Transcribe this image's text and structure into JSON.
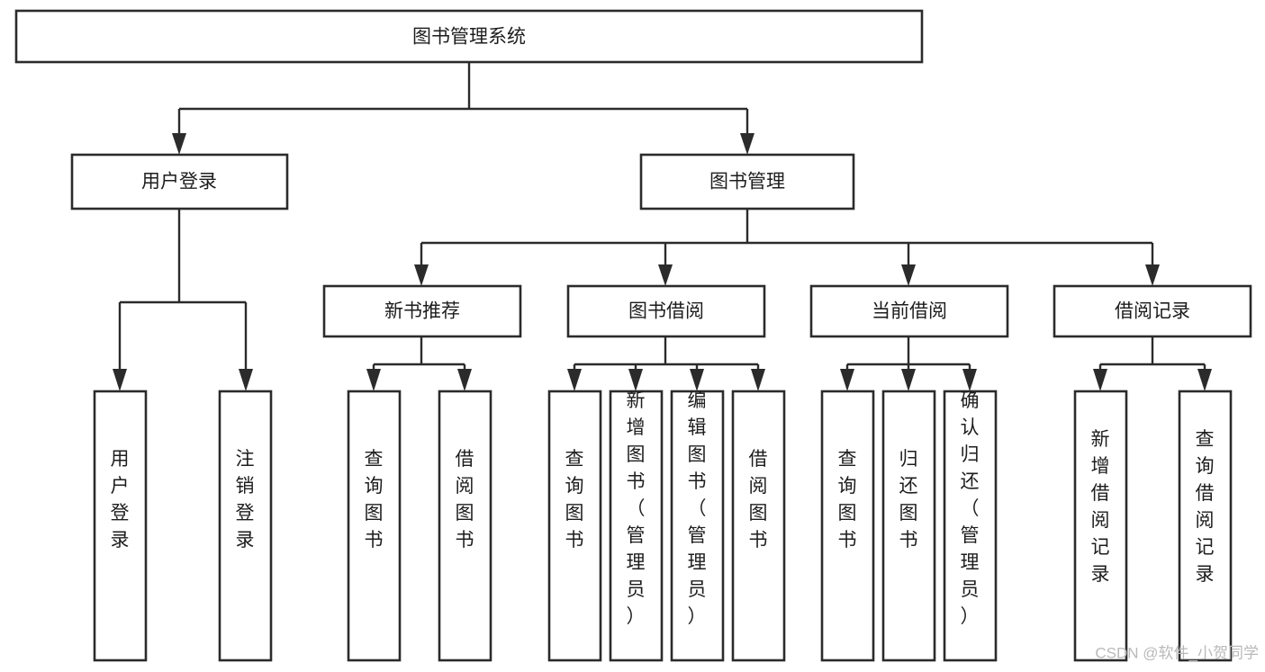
{
  "diagram": {
    "title": "图书管理系统",
    "type": "tree",
    "watermark": "CSDN @软件_小贺同学",
    "colors": {
      "box_stroke": "#2b2b2b",
      "box_fill": "#ffffff",
      "connector": "#2b2b2b",
      "text": "#1d1d1d",
      "watermark": "#b9b9b9",
      "background": "#ffffff"
    },
    "root": {
      "label": "图书管理系统",
      "orientation": "horizontal"
    },
    "level1": [
      {
        "label": "用户登录",
        "orientation": "horizontal"
      },
      {
        "label": "图书管理",
        "orientation": "horizontal"
      }
    ],
    "level2": [
      {
        "label": "新书推荐",
        "orientation": "horizontal",
        "parent": "图书管理"
      },
      {
        "label": "图书借阅",
        "orientation": "horizontal",
        "parent": "图书管理"
      },
      {
        "label": "当前借阅",
        "orientation": "horizontal",
        "parent": "图书管理"
      },
      {
        "label": "借阅记录",
        "orientation": "horizontal",
        "parent": "图书管理"
      }
    ],
    "leaves": {
      "user_login": [
        {
          "label": "用户登录",
          "orientation": "vertical"
        },
        {
          "label": "注销登录",
          "orientation": "vertical"
        }
      ],
      "new_book_recommend": [
        {
          "label": "查询图书",
          "orientation": "vertical"
        },
        {
          "label": "借阅图书",
          "orientation": "vertical"
        }
      ],
      "book_borrow": [
        {
          "label": "查询图书",
          "orientation": "vertical"
        },
        {
          "label": "新增图书（管理员）",
          "orientation": "vertical"
        },
        {
          "label": "编辑图书（管理员）",
          "orientation": "vertical"
        },
        {
          "label": "借阅图书",
          "orientation": "vertical"
        }
      ],
      "current_borrow": [
        {
          "label": "查询图书",
          "orientation": "vertical"
        },
        {
          "label": "归还图书",
          "orientation": "vertical"
        },
        {
          "label": "确认归还（管理员）",
          "orientation": "vertical"
        }
      ],
      "borrow_record": [
        {
          "label": "新增借阅记录",
          "orientation": "vertical"
        },
        {
          "label": "查询借阅记录",
          "orientation": "vertical"
        }
      ]
    }
  }
}
